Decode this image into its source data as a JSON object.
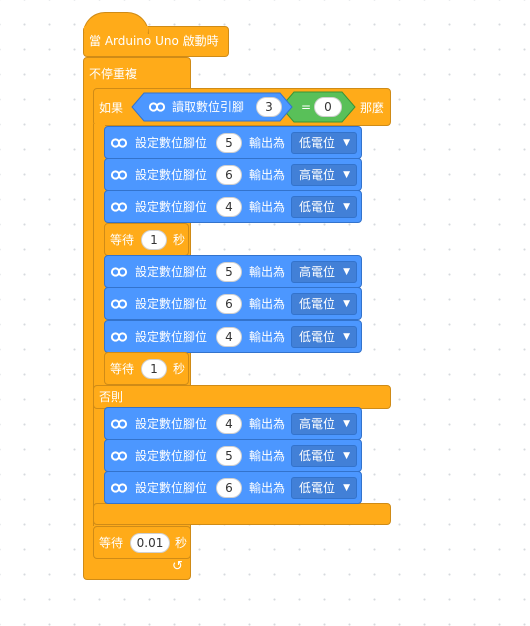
{
  "hat": {
    "label": "當 Arduino Uno 啟動時"
  },
  "loop": {
    "label": "不停重複",
    "arrow": "↺"
  },
  "if_block": {
    "if_label": "如果",
    "then_label": "那麼",
    "else_label": "否則",
    "condition": {
      "read_label": "讀取數位引腳",
      "pin": "3",
      "operator": "=",
      "value": "0"
    }
  },
  "set_label": "設定數位腳位",
  "output_label": "輸出為",
  "wait_label": "等待",
  "sec_label": "秒",
  "then_part1": [
    {
      "pin": "5",
      "level": "低電位"
    },
    {
      "pin": "6",
      "level": "高電位"
    },
    {
      "pin": "4",
      "level": "低電位"
    }
  ],
  "wait1": "1",
  "then_part2": [
    {
      "pin": "5",
      "level": "高電位"
    },
    {
      "pin": "6",
      "level": "低電位"
    },
    {
      "pin": "4",
      "level": "低電位"
    }
  ],
  "wait2": "1",
  "else_part": [
    {
      "pin": "4",
      "level": "高電位"
    },
    {
      "pin": "5",
      "level": "低電位"
    },
    {
      "pin": "6",
      "level": "低電位"
    }
  ],
  "wait3": "0.01",
  "colors": {
    "control": "#ffab19",
    "arduino": "#4c97ff",
    "operator": "#59c059"
  }
}
